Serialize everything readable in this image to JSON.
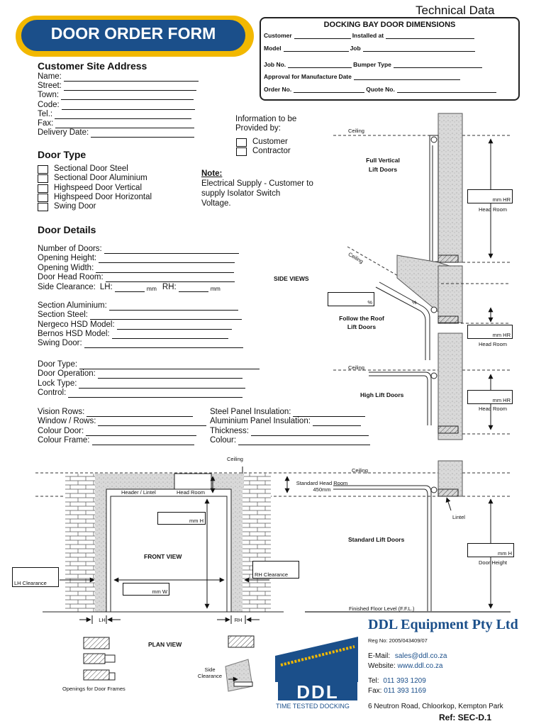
{
  "header": {
    "technical_data": "Technical Data",
    "form_title": "DOOR ORDER FORM"
  },
  "dimensions_box": {
    "title": "DOCKING BAY DOOR DIMENSIONS",
    "rows": [
      [
        "Customer",
        "Installed at"
      ],
      [
        "Model",
        "Job"
      ],
      [
        "Job No.",
        "Bumper Type"
      ],
      [
        "Approval for Manufacture",
        "Date"
      ],
      [
        "Order No.",
        "Quote No."
      ]
    ]
  },
  "customer_site": {
    "heading": "Customer Site Address",
    "fields": [
      "Name:",
      "Street:",
      "Town:",
      "Code:",
      "Tel.:",
      "Fax:",
      "Delivery Date:"
    ]
  },
  "info_provided": {
    "label_1": "Information to be",
    "label_2": "Provided by:",
    "options": [
      "Customer",
      "Contractor"
    ]
  },
  "door_type": {
    "heading": "Door Type",
    "options": [
      "Sectional Door Steel",
      "Sectional Door Aluminium",
      "Highspeed Door Vertical",
      "Highspeed Door Horizontal",
      "Swing Door"
    ]
  },
  "note": {
    "title": "Note:",
    "lines": [
      "Electrical Supply - Customer to",
      "supply Isolator Switch",
      "Voltage."
    ]
  },
  "door_details": {
    "heading": "Door Details",
    "group1": [
      "Number of Doors:",
      "Opening Height:",
      "Opening Width:",
      "Door Head Room:"
    ],
    "side_clearance": {
      "label": "Side Clearance:",
      "lh": "LH:",
      "rh": "RH:",
      "unit": "mm"
    },
    "group2": [
      "Section Aluminium:",
      "Section Steel:",
      "Nergeco HSD Model:",
      "Bernos HSD Model:",
      "Swing Door:"
    ],
    "group3": [
      "Door Type:",
      "Door Operation:",
      "Lock Type:",
      "Control:"
    ],
    "group4_left": [
      "Vision Rows:",
      "Window / Rows:",
      "Colour Door:",
      "Colour Frame:"
    ],
    "group4_right": [
      "Steel Panel Insulation:",
      "Aluminium Panel Insulation:",
      "Thickness:",
      "Colour:"
    ]
  },
  "side_views": {
    "label": "SIDE VIEWS",
    "ceiling": "Ceiling",
    "full_vertical": [
      "Full Vertical",
      "Lift Doors"
    ],
    "follow_roof": [
      "Follow the Roof",
      "Lift Doors"
    ],
    "high_lift": "High Lift Doors",
    "standard_lift": "Standard Lift Doors",
    "mm_hr": "mm HR",
    "head_room": "Head Room",
    "percent": "%",
    "mm_h": "mm H",
    "door_height": "Door Height",
    "lintel": "Lintel",
    "ffl": "Finished Floor Level (F.F.L.)",
    "std_head_room_1": "Standard Head Room",
    "std_head_room_2": "450mm"
  },
  "front_view": {
    "label": "FRONT VIEW",
    "ceiling": "Ceiling",
    "header_lintel": "Header / Lintel",
    "head_room": "Head Room",
    "mm_h": "mm H",
    "mm_w": "mm W",
    "lh_clearance": "LH Clearance",
    "rh_clearance": "RH Clearance",
    "lh": "LH",
    "rh": "RH"
  },
  "plan_view": {
    "label": "PLAN VIEW",
    "openings": "Openings for Door Frames",
    "side_clearance_1": "Side",
    "side_clearance_2": "Clearance"
  },
  "company": {
    "name": "DDL Equipment Pty Ltd",
    "reg": "Reg No: 2005/043409/07",
    "email_label": "E-Mail:",
    "email": "sales@ddl.co.za",
    "website_label": "Website:",
    "website": "www.ddl.co.za",
    "tel_label": "Tel:",
    "tel": "011 393 1209",
    "fax_label": "Fax:",
    "fax": "011 393 1169",
    "address": "6 Neutron Road, Chloorkop, Kempton Park",
    "logo_text": "DDL",
    "tagline": "TIME TESTED DOCKING",
    "ref": "Ref: SEC-D.1",
    "brand_color": "#1b4f8a",
    "accent_color": "#f2b800"
  }
}
